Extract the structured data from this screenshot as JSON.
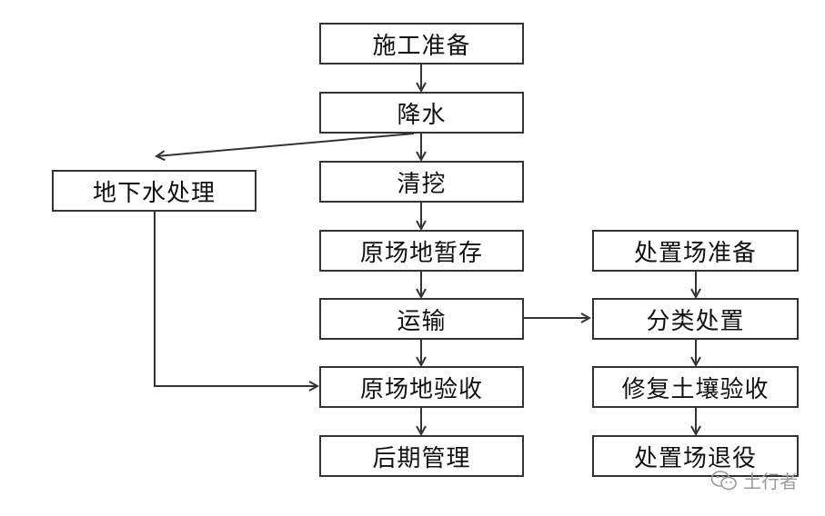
{
  "diagram": {
    "nodes": {
      "prep": "施工准备",
      "dewater": "降水",
      "groundwater": "地下水处理",
      "excavate": "清挖",
      "temp_store": "原场地暂存",
      "transport": "运输",
      "onsite_accept": "原场地验收",
      "post_manage": "后期管理",
      "site_prep": "处置场准备",
      "classify": "分类处置",
      "soil_accept": "修复土壤验收",
      "site_exit": "处置场退役"
    },
    "edges": [
      [
        "prep",
        "dewater"
      ],
      [
        "dewater",
        "excavate"
      ],
      [
        "dewater",
        "groundwater"
      ],
      [
        "excavate",
        "temp_store"
      ],
      [
        "temp_store",
        "transport"
      ],
      [
        "transport",
        "onsite_accept"
      ],
      [
        "transport",
        "classify"
      ],
      [
        "groundwater",
        "onsite_accept"
      ],
      [
        "onsite_accept",
        "post_manage"
      ],
      [
        "site_prep",
        "classify"
      ],
      [
        "classify",
        "soil_accept"
      ],
      [
        "soil_accept",
        "site_exit"
      ]
    ]
  },
  "watermark": {
    "text": "土行者",
    "icon": "wechat-icon"
  }
}
